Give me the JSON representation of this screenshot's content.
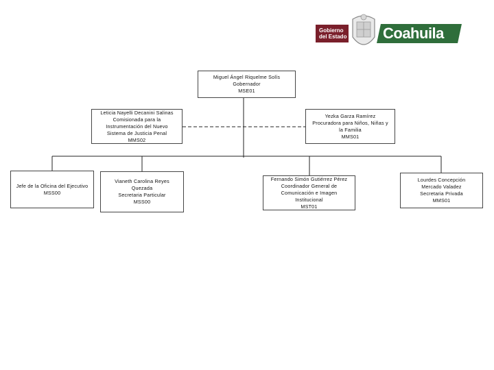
{
  "logo": {
    "badge_line1": "Gobierno",
    "badge_line2": "del Estado",
    "brand": "Coahuila",
    "colors": {
      "badge": "#7a1f2b",
      "brand": "#2f6e3b"
    }
  },
  "org_chart": {
    "root": {
      "name": "Miguel Ángel Riquelme Solís",
      "title": "Gobernador",
      "code": "MSE01"
    },
    "staff_left": {
      "name": "Leticia Nayelli Decanini Salinas",
      "title": "Comisionada para la Instrumentación del Nuevo Sistema de Justicia Penal",
      "code": "MMS02"
    },
    "staff_right": {
      "name": "Yezka Garza Ramírez",
      "title": "Procuradora para Niños, Niñas y la Familia",
      "code": "MMS01"
    },
    "subordinates": [
      {
        "name": "",
        "title": "Jefe de la Oficina del Ejecutivo",
        "code": "MSS00"
      },
      {
        "name": "Vianeth Carolina Reyes Quezada",
        "title": "Secretaria Particular",
        "code": "MSS00"
      },
      {
        "name": "Fernando Simón Gutiérrez Pérez",
        "title": "Coordinador General de Comunicación e Imagen Institucional",
        "code": "MST01"
      },
      {
        "name": "Lourdes Concepción Mercado Valadez",
        "title": "Secretaria Privada",
        "code": "MMS01"
      }
    ]
  }
}
